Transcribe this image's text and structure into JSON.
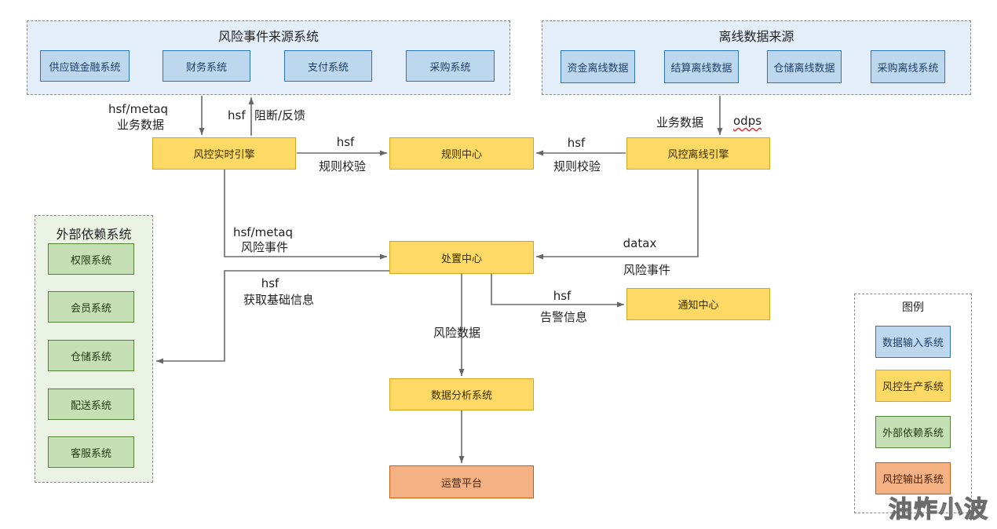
{
  "source_group": {
    "title": "风险事件来源系统",
    "items": [
      "供应链金融系统",
      "财务系统",
      "支付系统",
      "采购系统"
    ]
  },
  "offline_group": {
    "title": "离线数据来源",
    "items": [
      "资金离线数据",
      "结算离线数据",
      "仓储离线数据",
      "采购离线系统"
    ]
  },
  "core": {
    "realtime_engine": "风控实时引擎",
    "rule_center": "规则中心",
    "offline_engine": "风控离线引擎",
    "disposal_center": "处置中心",
    "notify_center": "通知中心",
    "analysis_system": "数据分析系统",
    "ops_platform": "运营平台"
  },
  "external_group": {
    "title": "外部依赖系统",
    "items": [
      "权限系统",
      "会员系统",
      "仓储系统",
      "配送系统",
      "客服系统"
    ]
  },
  "legend": {
    "title": "图例",
    "items": [
      "数据输入系统",
      "风控生产系统",
      "外部依赖系统",
      "风控输出系统"
    ]
  },
  "labels": {
    "src_down_1": "hsf/metaq",
    "src_down_2": "业务数据",
    "rt_up_hsf": "hsf",
    "rt_up_block": "阻断/反馈",
    "rt_rule_hsf": "hsf",
    "rt_rule_check": "规则校验",
    "off_rule_hsf": "hsf",
    "off_rule_check": "规则校验",
    "off_down_biz": "业务数据",
    "off_down_odps": "odps",
    "rt_disp_1": "hsf/metaq",
    "rt_disp_2": "风险事件",
    "off_disp_1": "datax",
    "off_disp_2": "风险事件",
    "ext_hsf": "hsf",
    "ext_info": "获取基础信息",
    "notify_hsf": "hsf",
    "notify_alert": "告警信息",
    "risk_data": "风险数据"
  },
  "colors": {
    "input": "#bdd7ee",
    "production": "#ffd966",
    "external": "#c5e0b4",
    "output": "#f4b183"
  },
  "watermark": "油炸小波"
}
